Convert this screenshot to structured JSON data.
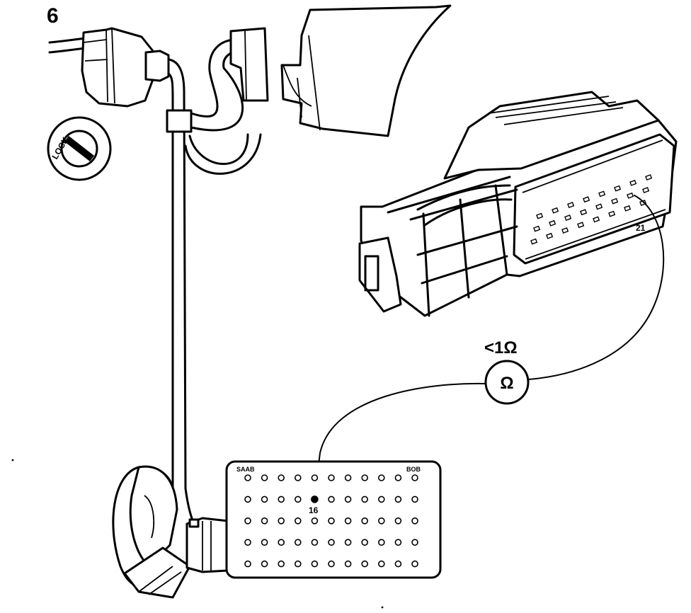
{
  "figure": {
    "step_number": "6",
    "lock_label": "LOCK",
    "connector_pin_label": "21",
    "ohmmeter": {
      "reading": "<1Ω",
      "symbol": "Ω"
    },
    "breakout_box": {
      "brand_left": "SAAB",
      "brand_right": "BOB",
      "probe_pin_label": "16",
      "rows": 5,
      "columns": 11,
      "probe_pin_row": 2,
      "probe_pin_column": 5
    }
  },
  "icons": [
    "ignition-lock-icon",
    "ohmmeter-icon",
    "ecu-connector-icon",
    "breakout-box-icon"
  ]
}
